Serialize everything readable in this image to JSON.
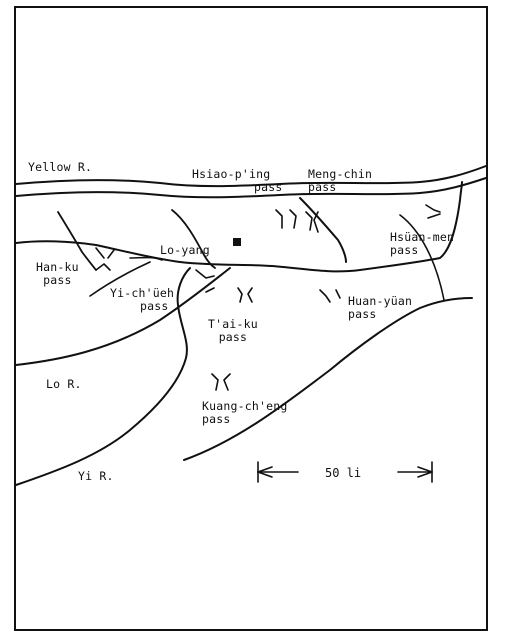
{
  "map": {
    "rivers": {
      "yellow": "Yellow R.",
      "lo": "Lo R.",
      "yi": "Yi R."
    },
    "city": {
      "name": "Lo-yang"
    },
    "passes": [
      {
        "id": "hsiao-ping",
        "name": "Hsiao-p'ing",
        "suffix": "pass"
      },
      {
        "id": "meng-chin",
        "name": "Meng-chin",
        "suffix": "pass"
      },
      {
        "id": "hsuan-men",
        "name": "Hsüan-men",
        "suffix": "pass"
      },
      {
        "id": "han-ku",
        "name": "Han-ku",
        "suffix": "pass"
      },
      {
        "id": "yi-chueh",
        "name": "Yi-ch'üeh",
        "suffix": "pass"
      },
      {
        "id": "huan-yuan",
        "name": "Huan-yüan",
        "suffix": "pass"
      },
      {
        "id": "tai-ku",
        "name": "T'ai-ku",
        "suffix": "pass"
      },
      {
        "id": "kuang-cheng",
        "name": "Kuang-ch'eng",
        "suffix": "pass"
      }
    ],
    "scale": {
      "label": "50 li"
    }
  },
  "colors": {
    "ink": "#111111",
    "paper": "#ffffff"
  }
}
